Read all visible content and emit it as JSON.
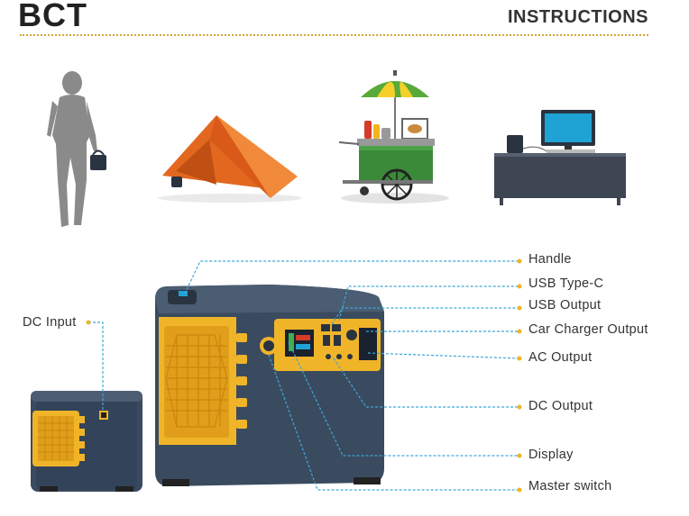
{
  "header": {
    "brand": "BCT",
    "title": "INSTRUCTIONS"
  },
  "scenes": [
    {
      "name": "outdoor-walking",
      "icon": "person-carrying-power-station-icon"
    },
    {
      "name": "camping",
      "icon": "tent-icon"
    },
    {
      "name": "food-cart",
      "icon": "food-cart-icon"
    },
    {
      "name": "office",
      "icon": "desk-computer-icon"
    }
  ],
  "callouts": {
    "handle": "Handle",
    "usb_type_c": "USB Type-C",
    "usb_output": "USB Output",
    "car_charger_output": "Car Charger Output",
    "ac_output": "AC Output",
    "dc_output": "DC Output",
    "display": "Display",
    "master_switch": "Master switch",
    "dc_input": "DC Input"
  },
  "colors": {
    "accent": "#f0b429",
    "body": "#3a4b5f",
    "leader": "#3ea6d8"
  }
}
